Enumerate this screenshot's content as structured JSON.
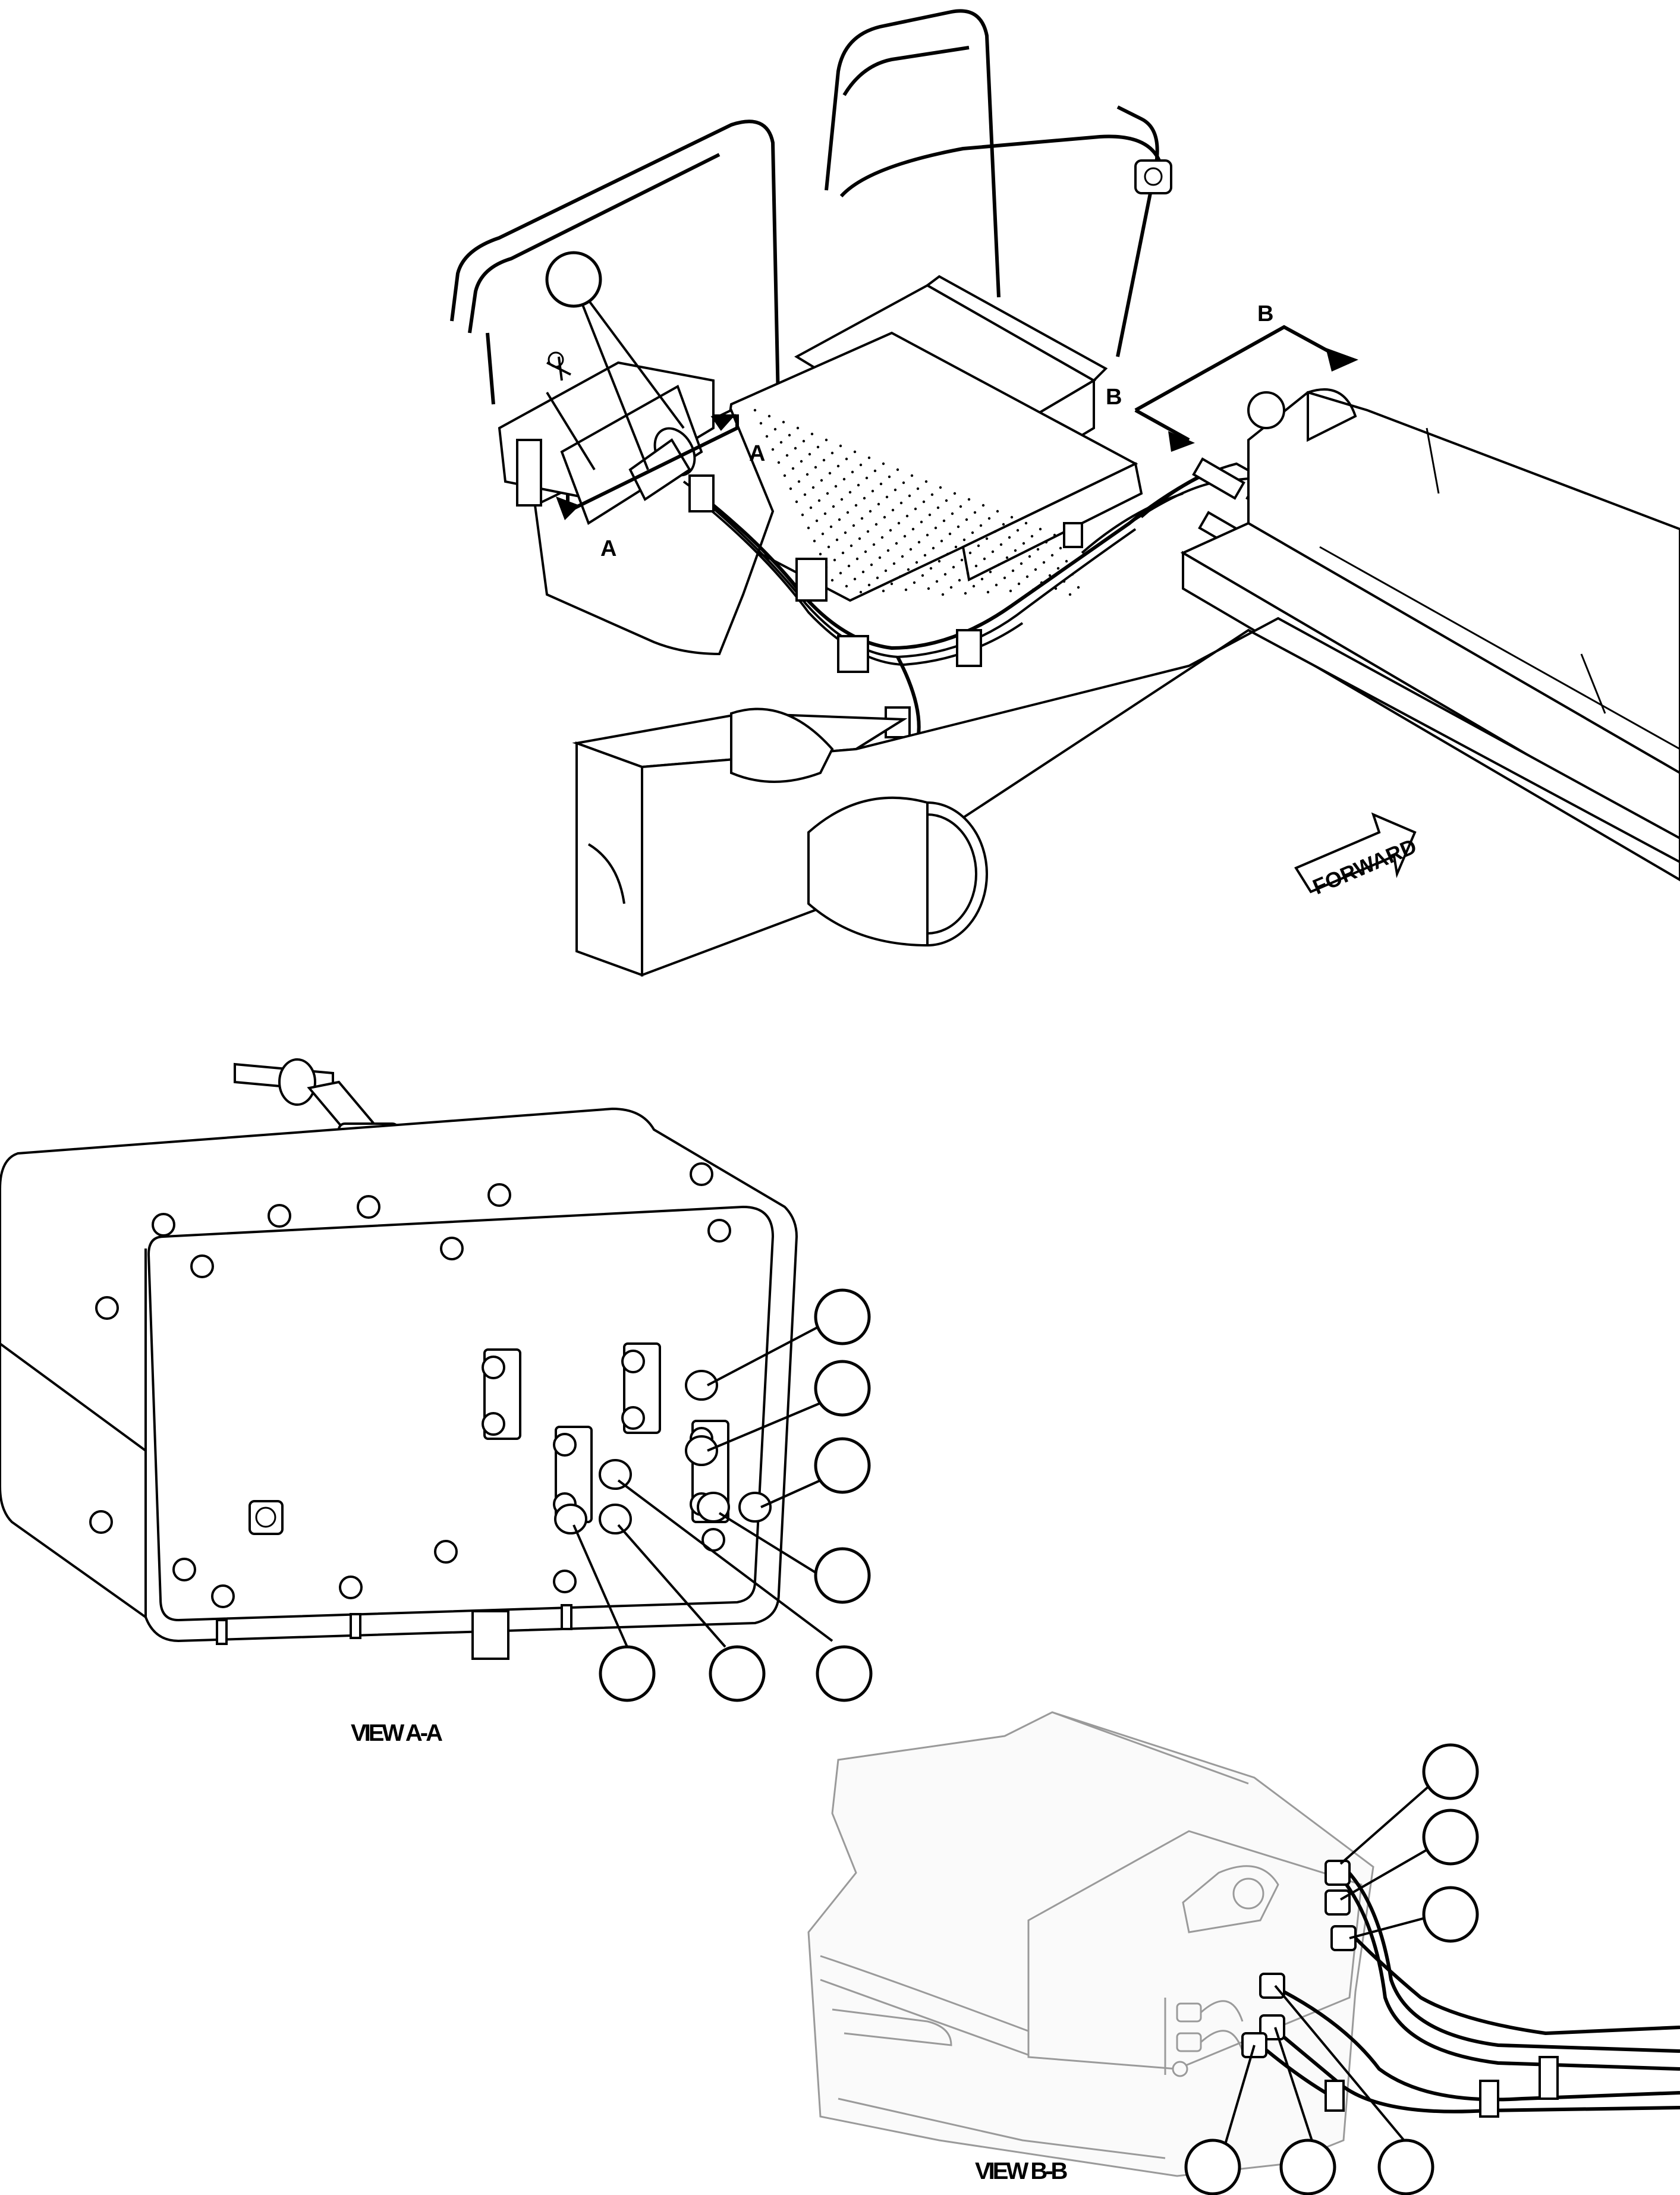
{
  "figure": {
    "section_markers": [
      "A",
      "A",
      "B",
      "B"
    ],
    "forward_arrow_label": "FORWARD",
    "view_labels": {
      "view_a": "VIEW A-A",
      "view_b": "VIEW B-B"
    }
  },
  "colors": {
    "line": "#000000",
    "background": "#ffffff",
    "ghosted": "#9a9a9a"
  }
}
